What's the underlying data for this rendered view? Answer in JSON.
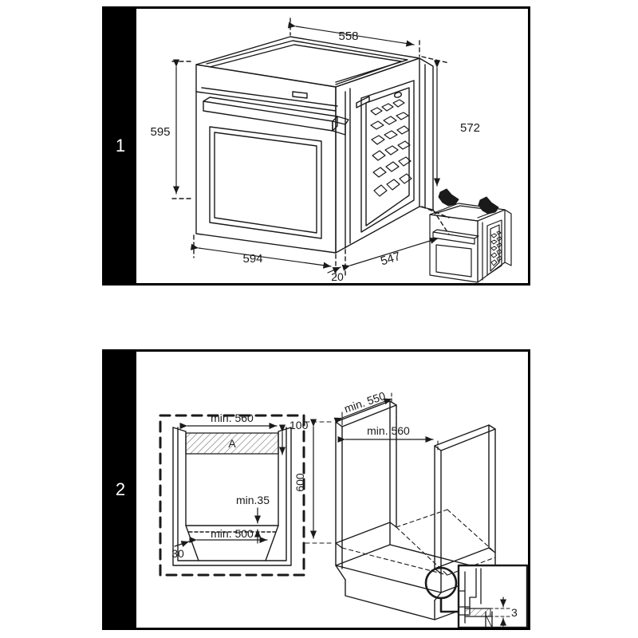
{
  "document": {
    "type": "installation-dimension-drawing",
    "subject": "built-in oven",
    "units": "mm"
  },
  "panels": [
    {
      "number": "1",
      "name": "appliance-dimensions",
      "dimensions": {
        "width_top": "558",
        "height_front": "595",
        "height_side": "572",
        "width_front": "594",
        "depth": "547",
        "door_offset": "20"
      },
      "inset": {
        "name": "push-into-cabinet-illustration",
        "arrows": 2
      }
    },
    {
      "number": "2",
      "name": "cabinet-cutout-dimensions",
      "cutout": {
        "width_min": "min. 560",
        "top_gap": "100",
        "hatched_label": "A",
        "rear_gap_min": "min.35",
        "base_width_min": "min. 500",
        "side_gap": "30"
      },
      "cabinet": {
        "depth_min": "min. 550",
        "inner_width_min": "min. 560",
        "height": "600"
      },
      "detail": {
        "name": "plinth-clearance-detail",
        "value": "3"
      }
    }
  ],
  "colors": {
    "line": "#1a1a1a",
    "tab_background": "#000000",
    "tab_text": "#ffffff",
    "paper": "#ffffff",
    "hatch": "#8a8a8a"
  }
}
